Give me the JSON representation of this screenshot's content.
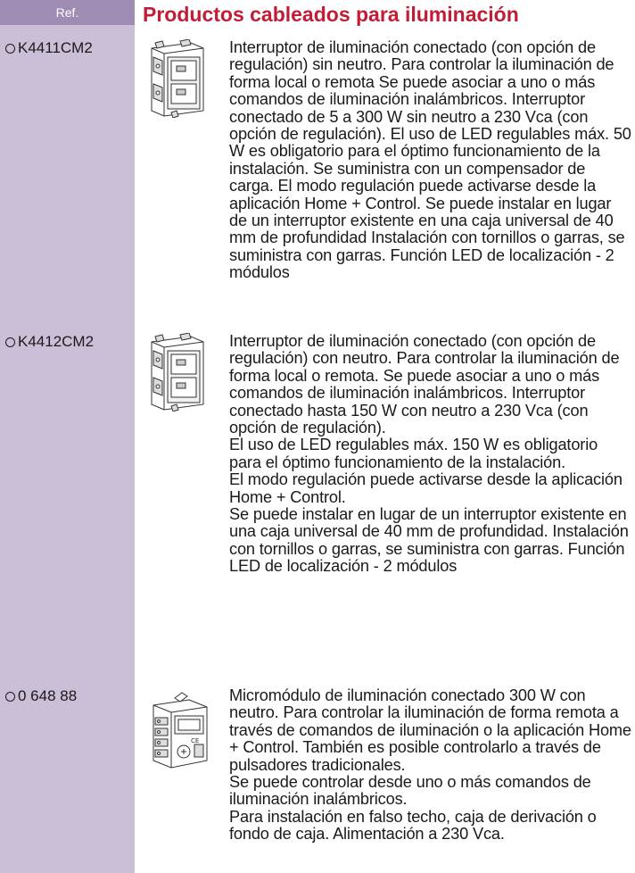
{
  "header": {
    "ref_label": "Ref.",
    "section_title": "Productos cableados para iluminación"
  },
  "colors": {
    "ref_column_bg": "#cbbed7",
    "ref_header_bg": "#9f8cb3",
    "title_red": "#c21d35"
  },
  "items": [
    {
      "ref": "K4411CM2",
      "icon": "wired-dimmer-switch-icon",
      "lines": [
        "Interruptor de iluminación conectado (con opción de regulación) sin neutro. Para controlar la iluminación de forma local o remota Se puede asociar a uno o más comandos de iluminación inalámbricos. Interruptor conectado de 5 a 300 W sin neutro a 230 Vca (con opción de regulación). El uso de LED regulables máx. 50 W es obligatorio para el óptimo funcionamiento de la instalación. Se suministra con un compensador de carga. El modo regulación puede activarse desde la aplicación Home + Control. Se puede instalar en lugar de un interruptor existente en una caja universal de 40 mm de profundidad Instalación con tornillos o garras, se suministra con garras. Función LED de localización - 2 módulos"
      ]
    },
    {
      "ref": "K4412CM2",
      "icon": "wired-dimmer-switch-icon",
      "lines": [
        "Interruptor de iluminación conectado (con opción de regulación) con neutro. Para controlar la iluminación de forma local o remota. Se puede asociar a uno o más comandos de iluminación inalámbricos. Interruptor conectado hasta 150 W con neutro a 230 Vca (con opción de regulación).",
        "El uso de LED regulables máx. 150 W es obligatorio para el óptimo funcionamiento de la instalación.",
        "El modo regulación puede activarse desde la aplicación Home + Control.",
        "Se puede instalar en lugar de un interruptor existente en una caja universal de 40 mm de profundidad. Instalación con tornillos o garras, se suministra con garras. Función LED de localización - 2 módulos"
      ]
    },
    {
      "ref": "0 648 88",
      "icon": "micromodule-icon",
      "lines": [
        "Micromódulo de iluminación conectado 300 W con neutro. Para controlar la iluminación de forma remota a través de comandos de iluminación o la aplicación Home + Control. También es posible controlarlo a través de pulsadores tradicionales.",
        "Se puede controlar desde uno o más comandos de iluminación inalámbricos.",
        "Para instalación en falso techo, caja de derivación o fondo de caja. Alimentación a 230 Vca."
      ]
    }
  ]
}
